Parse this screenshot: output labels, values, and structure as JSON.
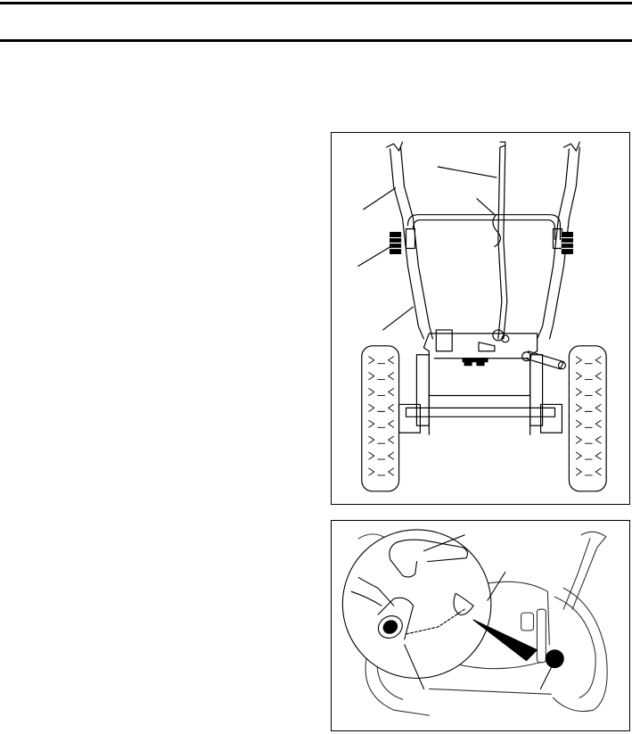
{
  "page": {
    "background": "#ffffff",
    "ink": "#000000"
  },
  "figures": [
    {
      "id": "figure-1",
      "depicts": "top-view-handles-shift-rod-wheels",
      "callout_labels": []
    },
    {
      "id": "figure-2",
      "depicts": "rear-view-hairpin-cotter-detail",
      "callout_labels": []
    }
  ]
}
